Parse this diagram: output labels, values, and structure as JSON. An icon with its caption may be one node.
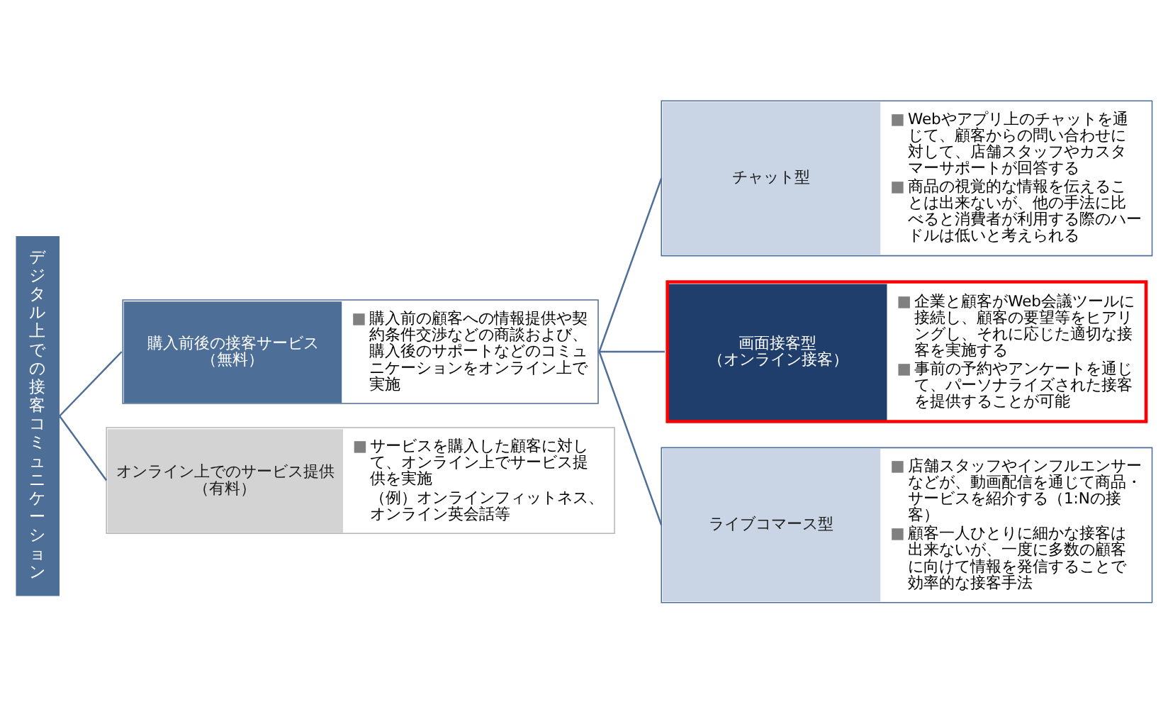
{
  "diagram": {
    "nodes": [
      {
        "text": [
          "デジタル上での接客コミュニケーション"
        ]
      },
      {
        "text": [
          "購入前後の接客サービス（無料）",
          "■ 購入前の顧客への情報提供や契約条件交渉などの商談および、購入後のサポートなどのコミュニケーションをオンライン上で実施"
        ]
      },
      {
        "text": [
          "チャット型",
          "■ Webやアプリ上のチャットを通じて、顧客からの問い合わせに対して、店舗スタッフやカスタマーサポートが回答する",
          "■ 商品の視覚的な情報を伝えることは出来ないが、他の手法に比べると消費者が利用する際のハードルは低いと考えられる"
        ]
      },
      {
        "text": [
          "画面接客型（オンライン接客）",
          "■ 企業と顧客がWeb会議ツールに接続し、顧客の要望等をヒアリングし、それに応じた適切な接客を実施する",
          "■ 事前の予約やアンケートを通じて、パーソナライズされた接客を提供することが可能"
        ]
      },
      {
        "text": [
          "ライブコマース型",
          "■ 店舗スタッフやインフルエンサーなどが、動画配信を通じて商品・サービスを紹介する（1:Nの接客）",
          "■ 顧客一人ひとりに細かな接客は出来ないが、一度に多数の顧客に向けて情報を発信することで効率的な接客手法"
        ]
      },
      {
        "text": [
          "オンライン上でのサービス提供（有料）",
          "■ サービスを購入した顧客に対して、オンライン上でサービス提供を実施",
          "（例）オンラインフィットネス、オンライン英会話等"
        ]
      }
    ],
    "edges": [
      {
        "from": 0,
        "to": 1,
        "arrow": "none"
      },
      {
        "from": 0,
        "to": 5,
        "arrow": "none"
      },
      {
        "from": 1,
        "to": 2,
        "arrow": "none"
      },
      {
        "from": 1,
        "to": 3,
        "arrow": "none"
      },
      {
        "from": 1,
        "to": 4,
        "arrow": "none"
      }
    ]
  }
}
